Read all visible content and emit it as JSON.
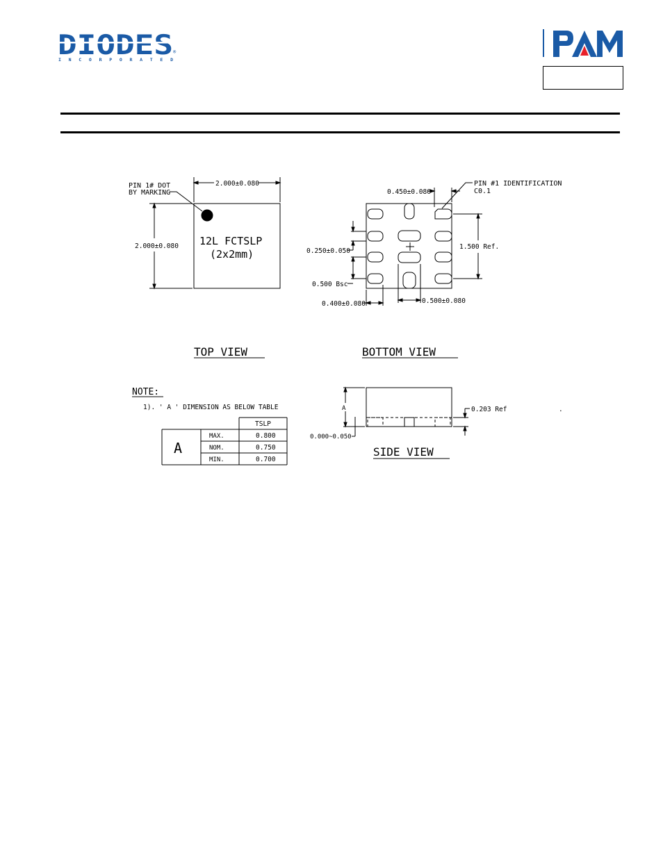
{
  "header": {
    "diodes_logo": {
      "name": "DIODES",
      "sub": "I N C O R P O R A T E D",
      "registered": "®",
      "brand_color": "#1a5aa6"
    },
    "pam_logo": {
      "name": "PAM",
      "brand_color": "#1a5aa6",
      "accent_color": "#e8202a"
    }
  },
  "drawing": {
    "top_view": {
      "pin1_label_line1": "PIN 1# DOT",
      "pin1_label_line2": "BY MARKING",
      "width_dim": "2.000±0.080",
      "height_dim": "2.000±0.080",
      "package_line1": "12L FCTSLP",
      "package_line2": "(2x2mm)",
      "caption": "TOP VIEW"
    },
    "bottom_view": {
      "pin1_id": "PIN #1 IDENTIFICATION",
      "chamfer": "C0.1",
      "pad_width_dim": "0.450±0.080",
      "pad_height_dim": "0.250±0.050",
      "pitch_dim": "0.500 Bsc",
      "ref_dim": "1.500 Ref.",
      "pad_len_dim": "0.400±0.080",
      "center_pad_dim": "0.500±0.080",
      "caption": "BOTTOM VIEW"
    },
    "side_view": {
      "a_label": "A",
      "standoff_dim": "0.000~0.050",
      "ref_dim": "0.203 Ref",
      "dot": ".",
      "caption": "SIDE VIEW"
    },
    "note": {
      "title": "NOTE:",
      "line1": "1). ' A ' DIMENSION AS BELOW TABLE",
      "table": {
        "symbol": "A",
        "header": "TSLP",
        "rows": [
          {
            "label": "MAX.",
            "value": "0.800"
          },
          {
            "label": "NOM.",
            "value": "0.750"
          },
          {
            "label": "MIN.",
            "value": "0.700"
          }
        ]
      }
    }
  }
}
